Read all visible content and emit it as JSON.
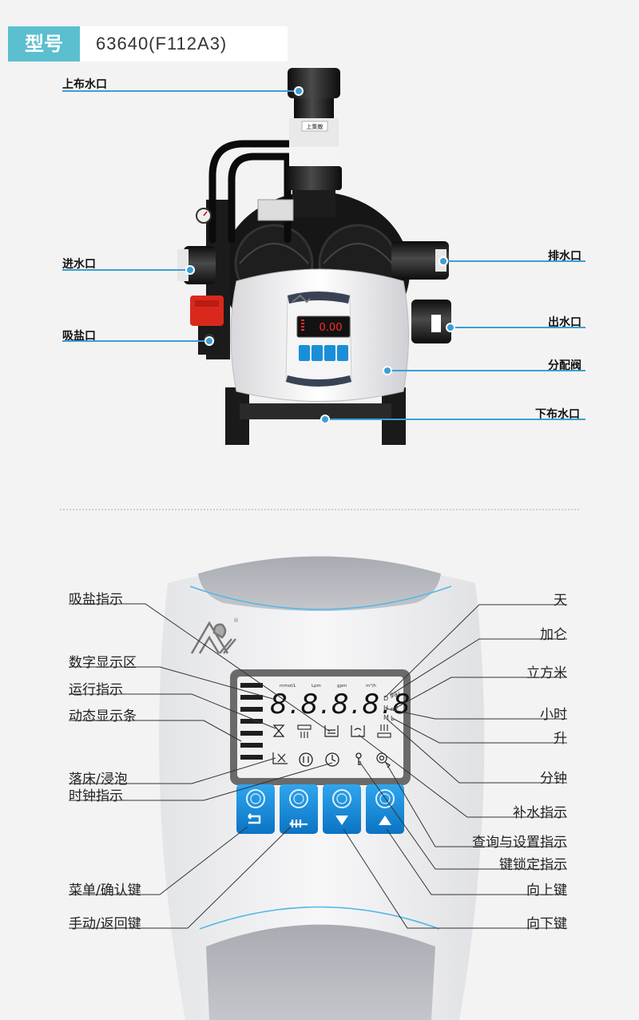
{
  "model": {
    "tag": "型号",
    "value": "63640(F112A3)"
  },
  "valve_callouts": {
    "top_inlet": "上布水口",
    "water_inlet": "进水口",
    "brine_inlet": "吸盐口",
    "drain": "排水口",
    "water_outlet": "出水口",
    "distribution_valve": "分配阀",
    "bottom_inlet": "下布水口"
  },
  "panel_labels": {
    "brine_indicator": "吸盐指示",
    "digital_display": "数字显示区",
    "running_indicator": "运行指示",
    "dynamic_bar": "动态显示条",
    "settle_soak": "落床/浸泡",
    "clock_indicator": "时钟指示",
    "menu_confirm_key": "菜单/确认键",
    "manual_return_key": "手动/返回键",
    "day": "天",
    "gallon": "加仑",
    "cubic_meter": "立方米",
    "hour": "小时",
    "liter": "升",
    "minute": "分钟",
    "refill_indicator": "补水指示",
    "query_setting_indicator": "查询与设置指示",
    "key_lock_indicator": "键锁定指示",
    "up_key": "向上键",
    "down_key": "向下键"
  },
  "lcd": {
    "digits": "8.8.8.8.8",
    "units": [
      "mmol/L",
      "Lpm",
      "gpm",
      "m³/h"
    ],
    "side_units": [
      "D",
      "gal",
      "H",
      "m³",
      "M",
      "L"
    ]
  },
  "device_display": {
    "digits": "0.00"
  },
  "device_label": {
    "text": "上集散"
  },
  "colors": {
    "accent": "#3c9ed6",
    "tag": "#5bbfd0",
    "button": "#1a8fd8"
  }
}
